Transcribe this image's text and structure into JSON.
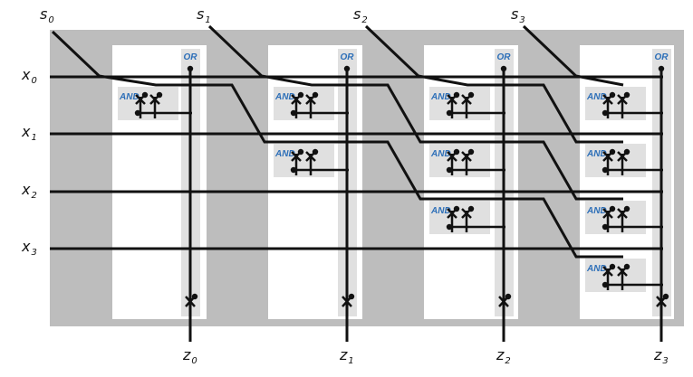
{
  "colors": {
    "board": "#bdbdbd",
    "column": "#ffffff",
    "gate_bg": "#e0e0e0",
    "wire": "#111111",
    "gate_text": "#2d6fb8"
  },
  "select_labels": [
    {
      "base": "s",
      "sub": "0"
    },
    {
      "base": "s",
      "sub": "1"
    },
    {
      "base": "s",
      "sub": "2"
    },
    {
      "base": "s",
      "sub": "3"
    }
  ],
  "input_labels": [
    {
      "base": "x",
      "sub": "0"
    },
    {
      "base": "x",
      "sub": "1"
    },
    {
      "base": "x",
      "sub": "2"
    },
    {
      "base": "x",
      "sub": "3"
    }
  ],
  "output_labels": [
    {
      "base": "z",
      "sub": "0"
    },
    {
      "base": "z",
      "sub": "1"
    },
    {
      "base": "z",
      "sub": "2"
    },
    {
      "base": "z",
      "sub": "3"
    }
  ],
  "gate_labels": {
    "and": "AND",
    "or": "OR"
  }
}
